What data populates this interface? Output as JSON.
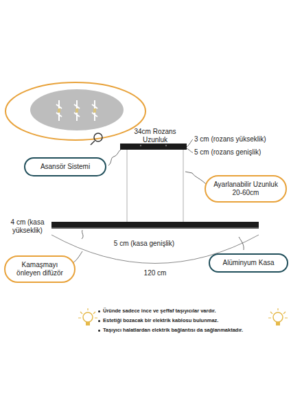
{
  "diagram": {
    "nodes": [
      {
        "text": [
          "Asansör Sistemi"
        ]
      },
      {
        "text": [
          "Ayarlanabilir Uzunluk 20-60cm"
        ]
      },
      {
        "text": [
          "Kamaşmayı önleyen difüzör"
        ]
      },
      {
        "text": [
          "Alüminyum Kasa"
        ]
      }
    ],
    "labels": [
      "34cm Rozans Uzunluk",
      "3 cm (rozans yükseklik)",
      "5 cm (rozans genişlik)",
      "4 cm (kasa yükseklik)",
      "5 cm (kasa genişlik)",
      "120 cm",
      "Üründe sadece ince ve şeffaf taşıyıcılar vardır.",
      "Estetiği bozacak bir elektrik kablosu bulunmaz.",
      "Taşıyıcı halatlardan elektrik bağlantısı da sağlanmaktadır."
    ]
  }
}
